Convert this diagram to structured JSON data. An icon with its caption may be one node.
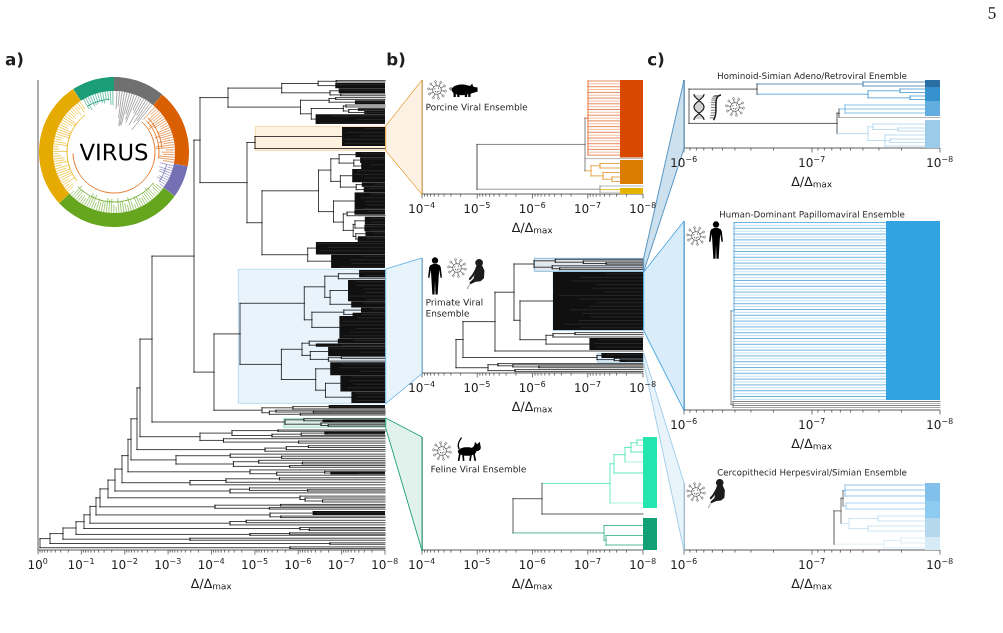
{
  "diagram": {
    "nodes": [
      {
        "text": [
          "VIRUS"
        ]
      },
      {
        "text": [],
        "shape": "box"
      },
      {
        "text": [],
        "shape": "box"
      },
      {
        "text": [],
        "shape": "box"
      },
      {
        "text": [
          "Porcine Viral Ensemble"
        ]
      },
      {
        "text": [
          "Primate Viral Ensemble"
        ]
      },
      {
        "text": [],
        "shape": "box",
        "in": 5
      },
      {
        "text": [],
        "shape": "box",
        "in": 5
      },
      {
        "text": [],
        "shape": "box",
        "in": 5
      },
      {
        "text": [
          "Feline Viral Ensemble"
        ]
      },
      {
        "text": [
          "Hominoid-Simian Adeno/Retroviral Enemble"
        ]
      },
      {
        "text": [
          "Human-Dominant Papillomaviral Ensemble"
        ]
      },
      {
        "text": [
          "Cercopithecid Herpesviral/Simian Ensemble"
        ]
      }
    ],
    "edges": [
      {
        "from": 1,
        "to": 4,
        "arrow": "none",
        "color": "#e9a23b"
      },
      {
        "from": 2,
        "to": 5,
        "arrow": "none",
        "color": "#66b3e3"
      },
      {
        "from": 3,
        "to": 9,
        "arrow": "none",
        "color": "#1b9e77"
      },
      {
        "from": 6,
        "to": 10,
        "arrow": "none",
        "color": "#4a8fbf"
      },
      {
        "from": 7,
        "to": 11,
        "arrow": "none",
        "color": "#3a9ee0"
      },
      {
        "from": 8,
        "to": 12,
        "arrow": "none",
        "color": "#9ccbe9"
      }
    ],
    "labels": [
      "5",
      "a)",
      "b)",
      "c)",
      "10$^{0}$",
      "10$^{−1}$",
      "10$^{−2}$",
      "10$^{−3}$",
      "10$^{−4}$",
      "10$^{−5}$",
      "10$^{−6}$",
      "10$^{−7}$",
      "10$^{−8}$",
      "Δ/Δ$_{max}$",
      "10$^{−4}$",
      "10$^{−5}$",
      "10$^{−6}$",
      "10$^{−7}$",
      "10$^{−8}$",
      "Δ/Δ$_{max}$",
      "10$^{−4}$",
      "10$^{−5}$",
      "10$^{−6}$",
      "10$^{−7}$",
      "10$^{−8}$",
      "Δ/Δ$_{max}$",
      "10$^{−4}$",
      "10$^{−5}$",
      "10$^{−6}$",
      "10$^{−7}$",
      "10$^{−8}$",
      "Δ/Δ$_{max}$",
      "10$^{−6}$",
      "10$^{−7}$",
      "10$^{−8}$",
      "Δ/Δ$_{max}$",
      "10$^{−6}$",
      "10$^{−7}$",
      "10$^{−8}$",
      "Δ/Δ$_{max}$",
      "10$^{−6}$",
      "10$^{−7}$",
      "10$^{−8}$",
      "Δ/Δ$_{max}$"
    ]
  }
}
